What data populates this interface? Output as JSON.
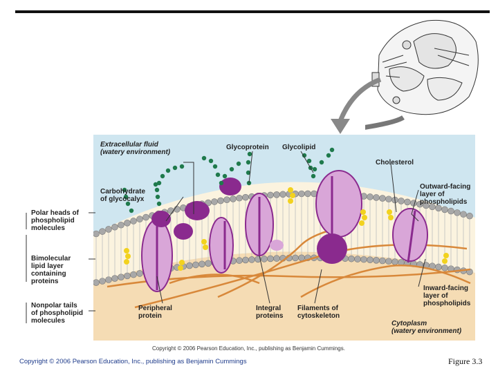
{
  "labels": {
    "extracellular": "Extracellular fluid\n(watery environment)",
    "glycoprotein": "Glycoprotein",
    "glycolipid": "Glycolipid",
    "cholesterol": "Cholesterol",
    "carbohydrate": "Carbohydrate\nof glycocalyx",
    "outward": "Outward-facing\nlayer of\nphospholipids",
    "inward": "Inward-facing\nlayer of\nphospholipids",
    "peripheral": "Peripheral\nprotein",
    "integral": "Integral\nproteins",
    "filaments": "Filaments of\ncytoskeleton",
    "cytoplasm": "Cytoplasm\n(watery environment)",
    "polar_heads": "Polar heads of\nphospholipid\nmolecules",
    "bimolecular": "Bimolecular\nlipid layer\ncontaining\nproteins",
    "nonpolar": "Nonpolar tails\nof phospholipid\nmolecules"
  },
  "image_copyright": "Copyright © 2006 Pearson Education, Inc., publishing as Benjamin Cummings.",
  "footer_copyright": "Copyright © 2006 Pearson Education, Inc., publishing as Benjamin Cummings",
  "figure_label": "Figure 3.3",
  "colors": {
    "extracellular_bg": "#cfe6f0",
    "cytoplasm_bg": "#f5dcb4",
    "protein": "#8a2a8e",
    "protein_light": "#d9a6d8",
    "lipid_head": "#a8a8a8",
    "cholesterol": "#f2d21e",
    "sugar": "#1f7a4c",
    "filament": "#d8883a"
  }
}
